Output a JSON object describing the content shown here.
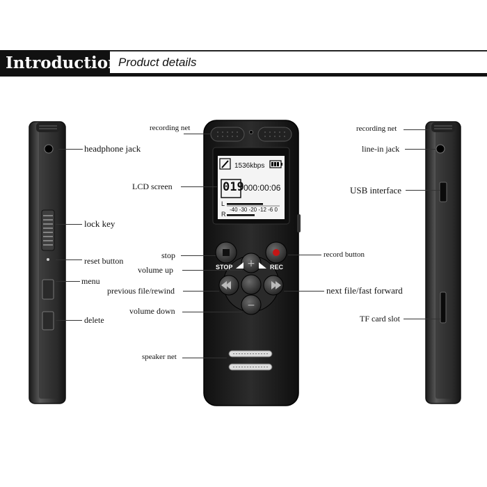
{
  "header": {
    "title": "Introduction",
    "subtitle": "Product details"
  },
  "left_callouts": [
    "headphone jack",
    "lock key",
    "reset button",
    "menu",
    "delete"
  ],
  "center_left_callouts": [
    "recording net",
    "LCD screen",
    "stop",
    "volume up",
    "previous file/rewind",
    "volume down",
    "speaker net"
  ],
  "center_right_callouts": [
    "record button",
    "next file/fast forward"
  ],
  "right_callouts": [
    "recording net",
    "line-in jack",
    "USB interface",
    "TF card slot"
  ],
  "lcd": {
    "bitrate": "1536kbps",
    "file_number": "019",
    "time": "000:00:06",
    "channel_left": "L",
    "channel_right": "R",
    "scale": "-40 -30 -20 -12 -6 0"
  },
  "buttons": {
    "stop": "STOP",
    "rec": "REC"
  }
}
